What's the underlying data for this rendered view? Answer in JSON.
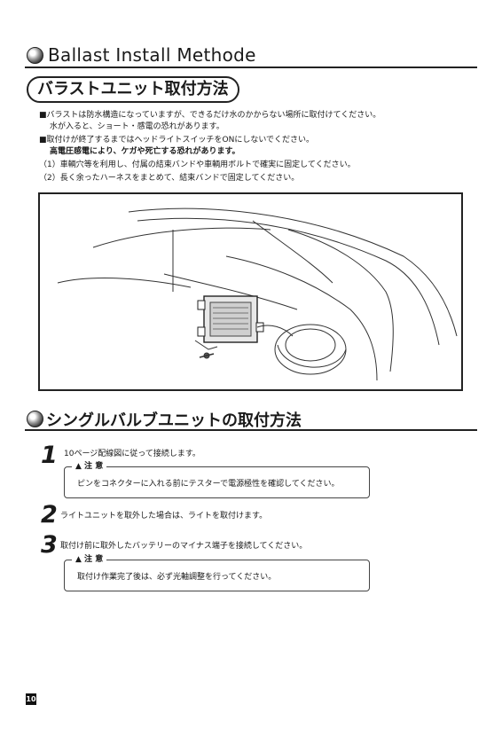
{
  "section1": {
    "title": "Ballast Install Methode",
    "subtitle": "バラストユニット取付方法",
    "lines": [
      "■バラストは防水構造になっていますが、できるだけ水のかからない場所に取付けてください。",
      "水が入ると、ショート・感電の恐れがあります。",
      "■取付けが終了するまではヘッドライトスイッチをONにしないでください。",
      "高電圧感電により、ケガや死亡する恐れがあります。",
      "（1）車輌穴等を利用し、付属の結束バンドや車輌用ボルトで確実に固定してください。",
      "（2）長く余ったハーネスをまとめて、結束バンドで固定してください。"
    ]
  },
  "section2": {
    "title": "シングルバルブユニットの取付方法",
    "steps": [
      {
        "num": "1",
        "text": "10ページ配線図に従って接続します。"
      },
      {
        "num": "2",
        "text": "ライトユニットを取外した場合は、ライトを取付けます。"
      },
      {
        "num": "3",
        "text": "取付け前に取外したバッテリーのマイナス端子を接続してください。"
      }
    ],
    "cautions": [
      {
        "label": "▲ 注 意",
        "text": "ピンをコネクターに入れる前にテスターで電源極性を確認してください。"
      },
      {
        "label": "▲ 注 意",
        "text": "取付け作業完了後は、必ず光軸調整を行ってください。"
      }
    ]
  },
  "page_number": "10"
}
